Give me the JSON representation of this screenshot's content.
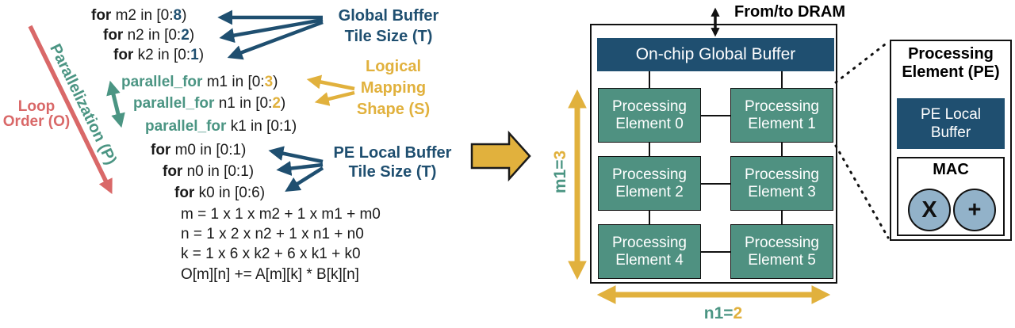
{
  "colors": {
    "navy": "#1f4f70",
    "teal": "#4f9181",
    "teal_text": "#4b9583",
    "yellow": "#e1b13d",
    "red": "#d96868",
    "circle_blue": "#92b2c9"
  },
  "left_panel": {
    "loop_order_label": [
      "Loop",
      "Order (O)"
    ],
    "parallelization_label": "Parallelization (P)",
    "annotations": {
      "global_buffer": [
        "Global Buffer",
        "Tile Size (T)"
      ],
      "logical_mapping": [
        "Logical",
        "Mapping",
        "Shape (S)"
      ],
      "pe_local": [
        "PE Local Buffer",
        "Tile Size (T)"
      ]
    },
    "code_lines": [
      {
        "tokens": [
          {
            "t": "for",
            "s": "bold"
          },
          {
            "t": " m2 in [0:"
          },
          {
            "t": "8",
            "s": "navy"
          },
          {
            "t": ")"
          }
        ]
      },
      {
        "tokens": [
          {
            "t": "for",
            "s": "bold"
          },
          {
            "t": " n2 in [0:"
          },
          {
            "t": "2",
            "s": "navy"
          },
          {
            "t": ")"
          }
        ]
      },
      {
        "tokens": [
          {
            "t": "for",
            "s": "bold"
          },
          {
            "t": " k2 in [0:"
          },
          {
            "t": "1",
            "s": "navy"
          },
          {
            "t": ")"
          }
        ]
      },
      {
        "tokens": [
          {
            "t": "parallel_for",
            "s": "teal"
          },
          {
            "t": " m1 in [0:"
          },
          {
            "t": "3",
            "s": "yellow"
          },
          {
            "t": ")"
          }
        ]
      },
      {
        "tokens": [
          {
            "t": "parallel_for",
            "s": "teal"
          },
          {
            "t": " n1 in [0:"
          },
          {
            "t": "2",
            "s": "yellow"
          },
          {
            "t": ")"
          }
        ]
      },
      {
        "tokens": [
          {
            "t": "parallel_for",
            "s": "teal"
          },
          {
            "t": " k1 in [0:1)"
          }
        ]
      },
      {
        "tokens": [
          {
            "t": "for",
            "s": "bold"
          },
          {
            "t": " m0 in [0:1)"
          }
        ]
      },
      {
        "tokens": [
          {
            "t": "for",
            "s": "bold"
          },
          {
            "t": " n0 in [0:1)"
          }
        ]
      },
      {
        "tokens": [
          {
            "t": "for",
            "s": "bold"
          },
          {
            "t": " k0 in [0:6)"
          }
        ]
      },
      {
        "tokens": [
          {
            "t": "m = 1 x 1 x m2 + 1 x m1 + m0"
          }
        ]
      },
      {
        "tokens": [
          {
            "t": "n = 1 x 2 x n2 + 1 x n1 + n0"
          }
        ]
      },
      {
        "tokens": [
          {
            "t": "k = 1 x 6 x k2 + 6 x k1 + k0"
          }
        ]
      },
      {
        "tokens": [
          {
            "t": "O[m][n] += A[m][k] * B[k][n]"
          }
        ]
      }
    ]
  },
  "chip": {
    "dram_label": "From/to DRAM",
    "global_buffer_label": "On-chip Global Buffer",
    "pe_labels": [
      [
        "Processing",
        "Element 0"
      ],
      [
        "Processing",
        "Element 1"
      ],
      [
        "Processing",
        "Element 2"
      ],
      [
        "Processing",
        "Element 3"
      ],
      [
        "Processing",
        "Element 4"
      ],
      [
        "Processing",
        "Element 5"
      ]
    ],
    "m1_label": {
      "prefix": "m1=",
      "value": "3"
    },
    "n1_label": {
      "prefix": "n1=",
      "value": "2"
    }
  },
  "pe_detail": {
    "title": [
      "Processing",
      "Element (PE)"
    ],
    "local_buffer": [
      "PE Local",
      "Buffer"
    ],
    "mac_label": "MAC",
    "multiplier_symbol": "X",
    "adder_symbol": "+"
  }
}
